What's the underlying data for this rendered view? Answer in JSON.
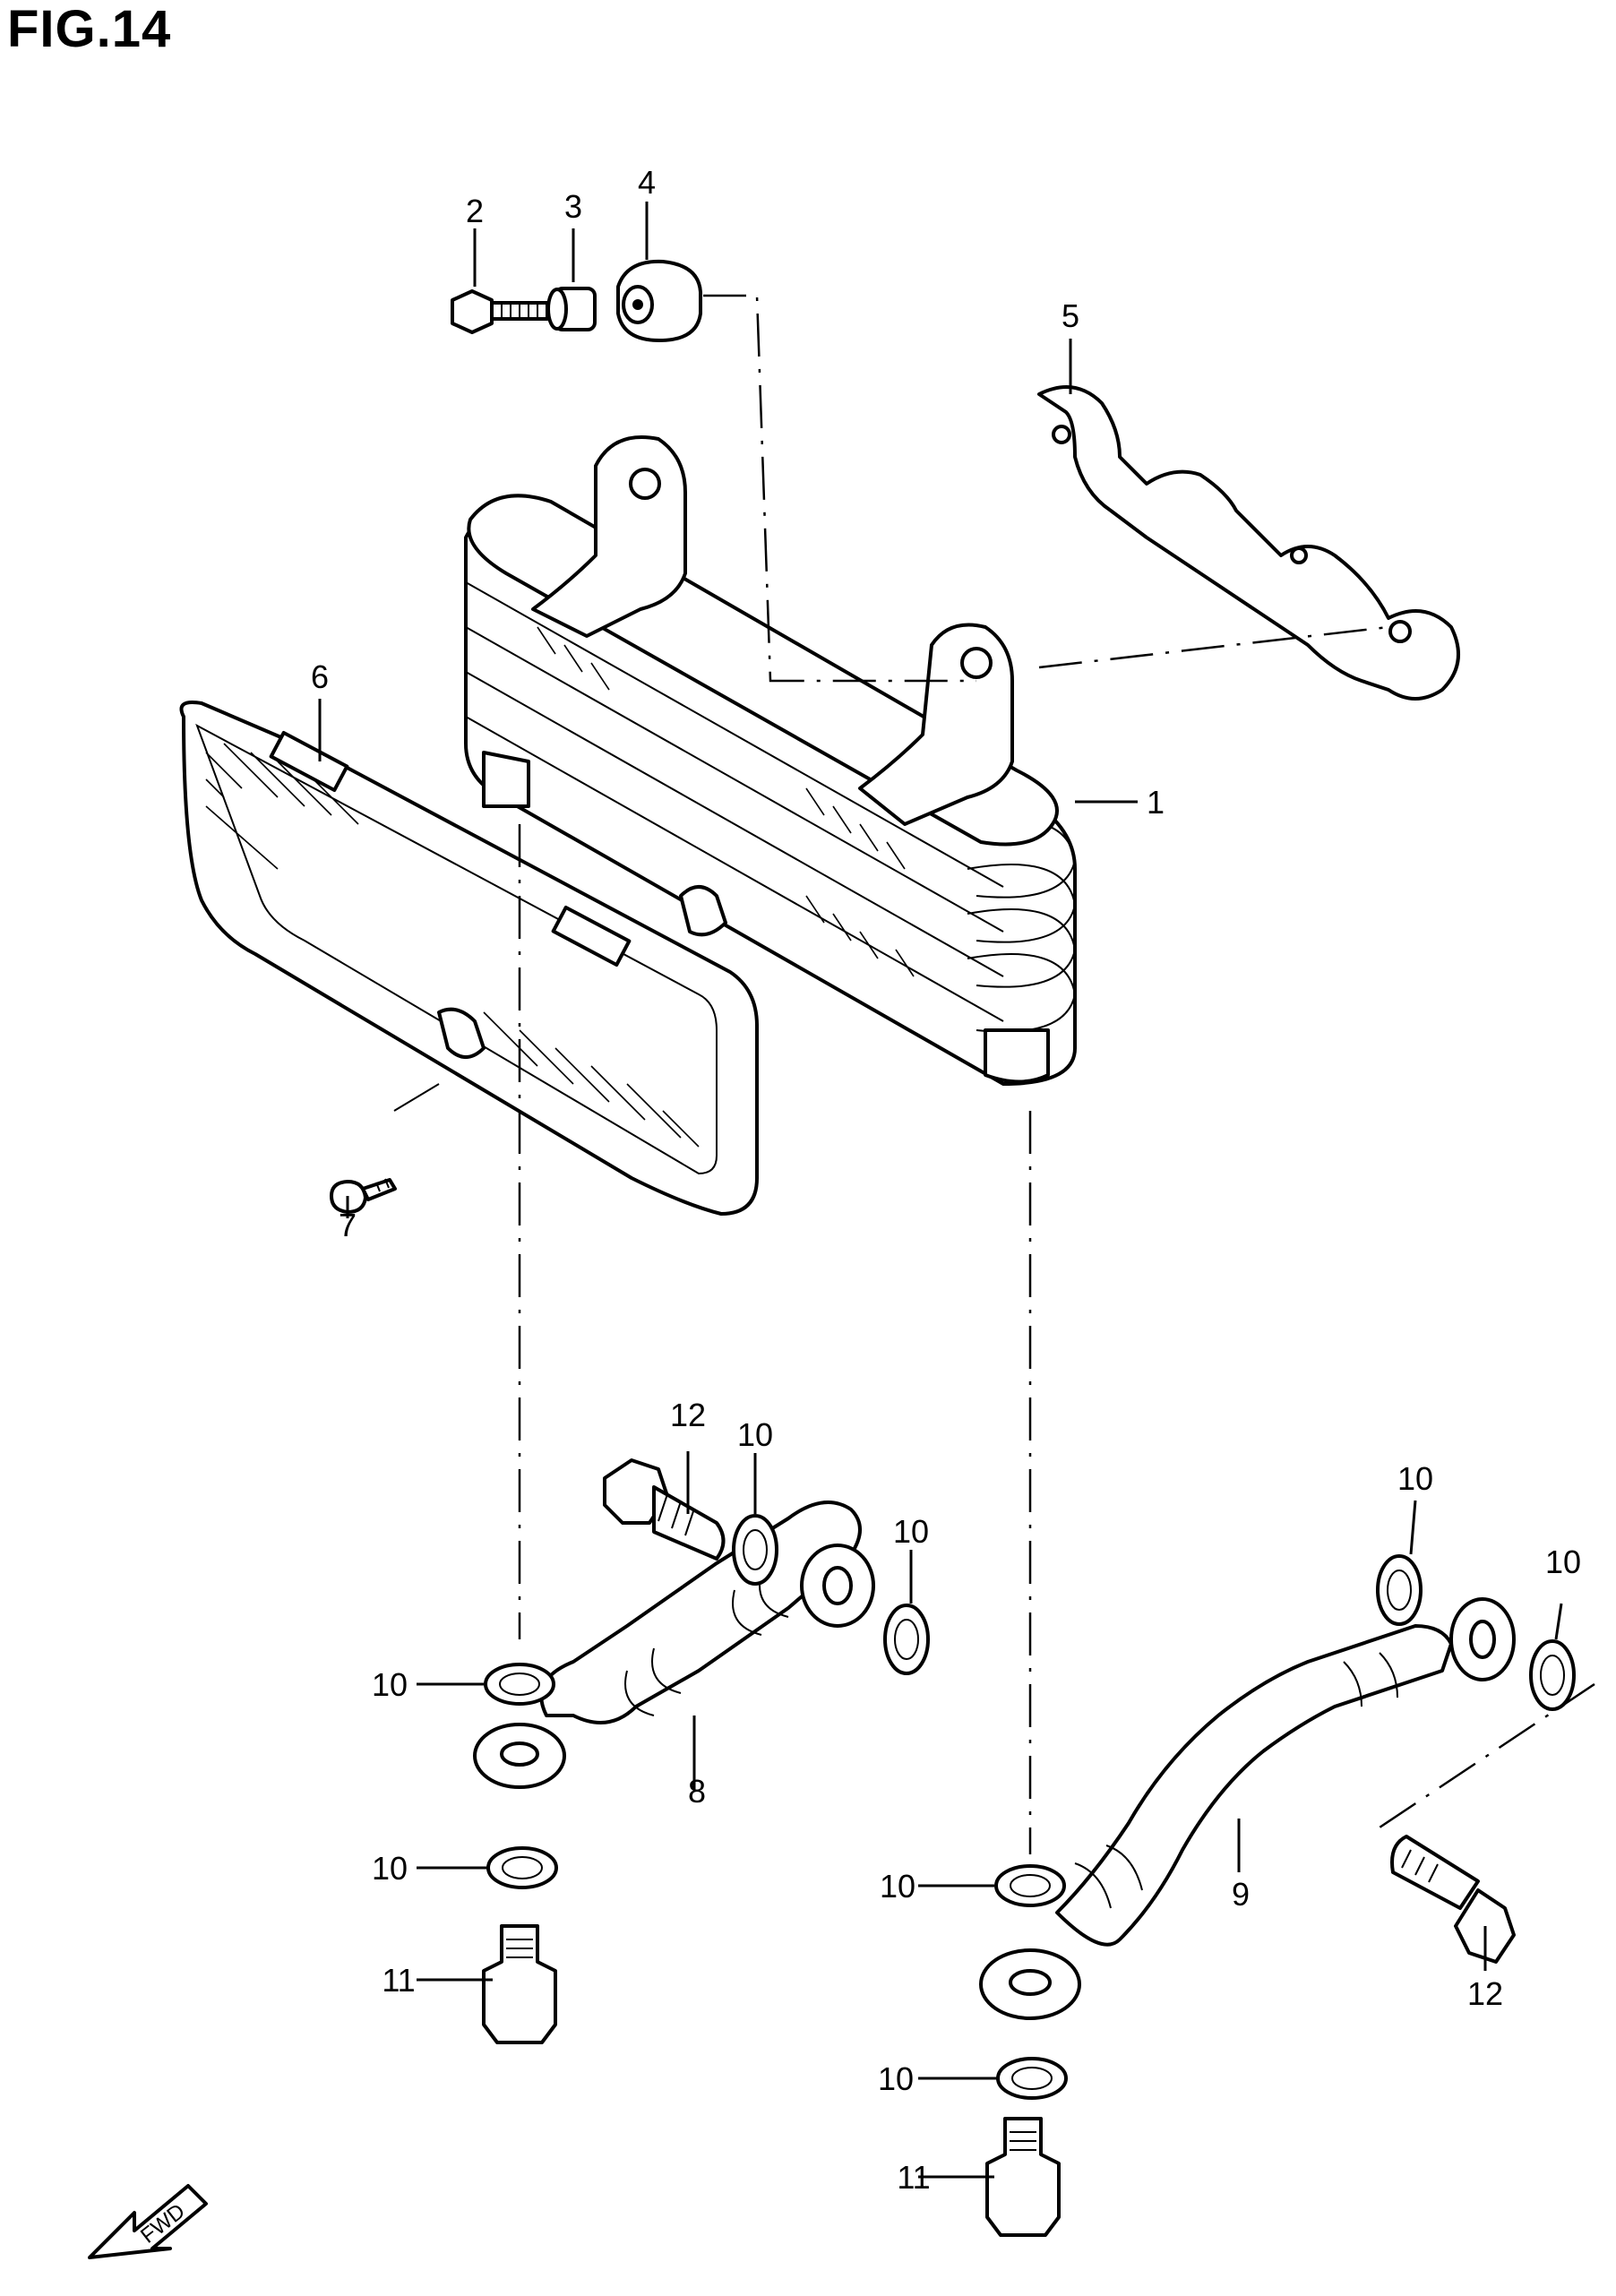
{
  "figure": {
    "title": "FIG.14"
  },
  "callouts": {
    "p1": "1",
    "p2": "2",
    "p3": "3",
    "p4": "4",
    "p5": "5",
    "p6": "6",
    "p7": "7",
    "p8": "8",
    "p9": "9",
    "p10a": "10",
    "p10b": "10",
    "p10c": "10",
    "p10d": "10",
    "p10e": "10",
    "p10f": "10",
    "p10g": "10",
    "p10h": "10",
    "p11a": "11",
    "p11b": "11",
    "p12a": "12",
    "p12b": "12"
  },
  "direction_marker": {
    "label": "FWD",
    "icon": "forward-arrow-icon"
  }
}
